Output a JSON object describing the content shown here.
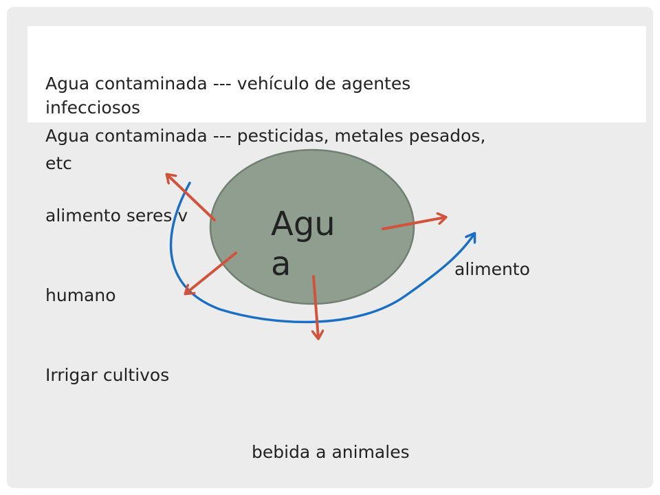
{
  "lines": {
    "line1a": "Agua contaminada --- vehículo de agentes",
    "line1b": "infecciosos",
    "line2a": "Agua contaminada --- pesticidas, metales pesados,",
    "line2b": "etc",
    "line3": "alimento seres v",
    "line4a": "alimento",
    "line4b": "humano",
    "line5": "Irrigar cultivos",
    "line6": "bebida a animales"
  },
  "center": {
    "label_line1": "Agu",
    "label_line2": "a"
  },
  "colors": {
    "background": "#ececec",
    "title_band": "#ffffff",
    "ellipse_fill": "#8f9e8f",
    "ellipse_stroke": "#6f7f70",
    "red_arrow": "#d0533a",
    "blue_curve": "#1a6fc4",
    "text": "#222222"
  }
}
